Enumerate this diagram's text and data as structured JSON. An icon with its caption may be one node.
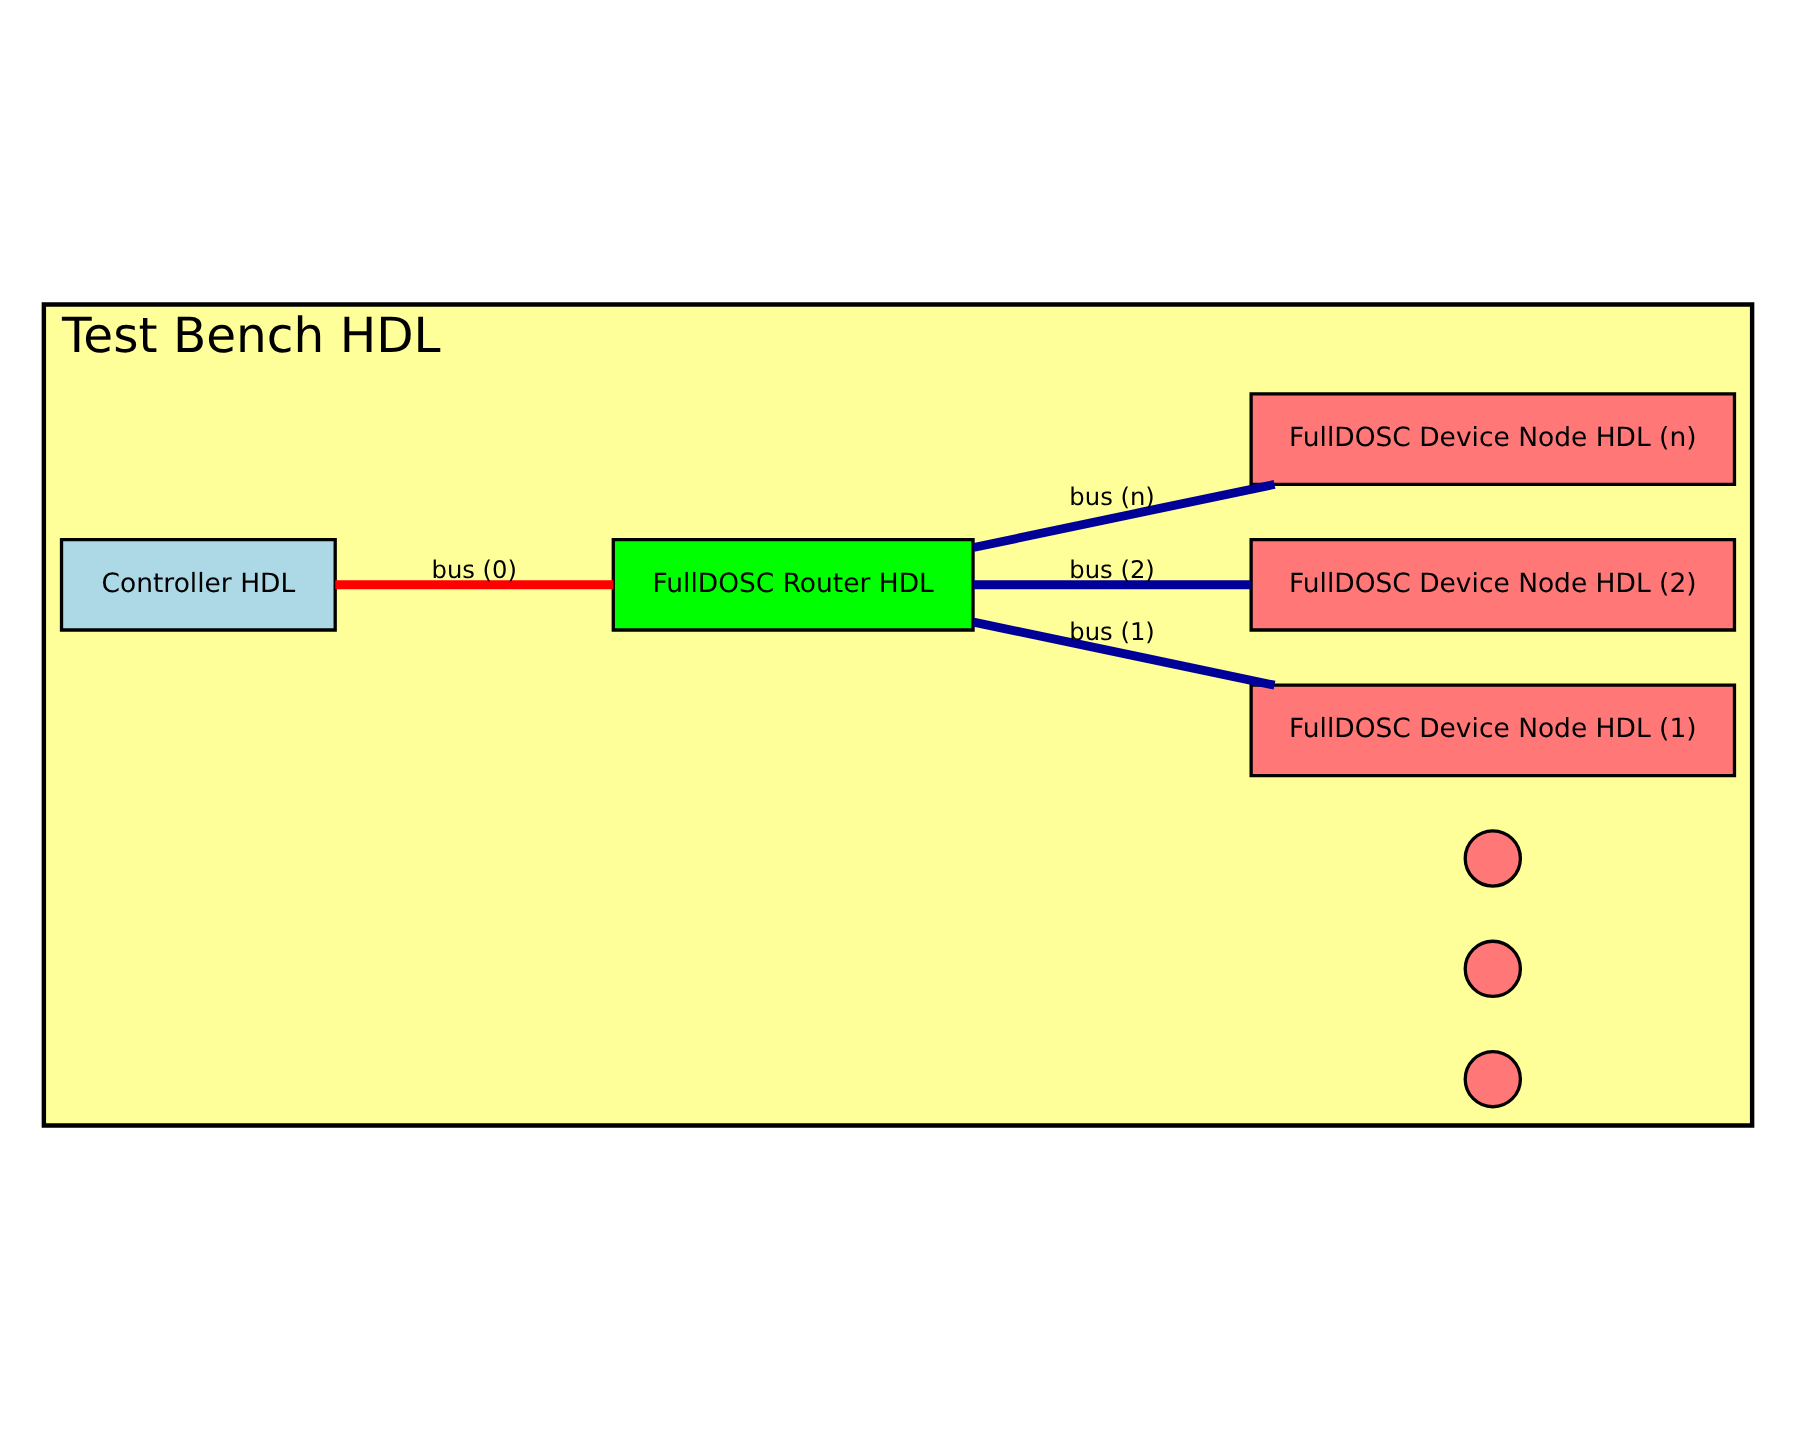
{
  "diagram": {
    "nodes": [
      {
        "text": [
          "Test Bench HDL"
        ]
      },
      {
        "text": [
          "FullDOSC Device Node HDL (1)"
        ],
        "in": 0
      },
      {
        "text": [
          "FullDOSC Device Node HDL (2)"
        ],
        "in": 0
      },
      {
        "text": [
          "FullDOSC Router HDL"
        ],
        "in": 0
      },
      {
        "text": [],
        "shape": "circle",
        "in": 0
      },
      {
        "text": [],
        "shape": "circle",
        "in": 0
      },
      {
        "text": [],
        "shape": "circle",
        "in": 0
      },
      {
        "text": [
          "Controller HDL"
        ],
        "in": 0
      },
      {
        "text": [
          "FullDOSC Device Node HDL (n)"
        ],
        "in": 0
      }
    ],
    "edges": [
      {
        "from": 3,
        "to": 1,
        "arrow": "none",
        "label": "bus (1)"
      },
      {
        "from": 3,
        "to": 2,
        "arrow": "none",
        "label": "bus (2)"
      },
      {
        "from": 7,
        "to": 3,
        "arrow": "none",
        "label": "bus (0)",
        "color": "#ff0000"
      },
      {
        "from": 3,
        "to": 8,
        "arrow": "none",
        "label": "bus (n)"
      }
    ]
  }
}
